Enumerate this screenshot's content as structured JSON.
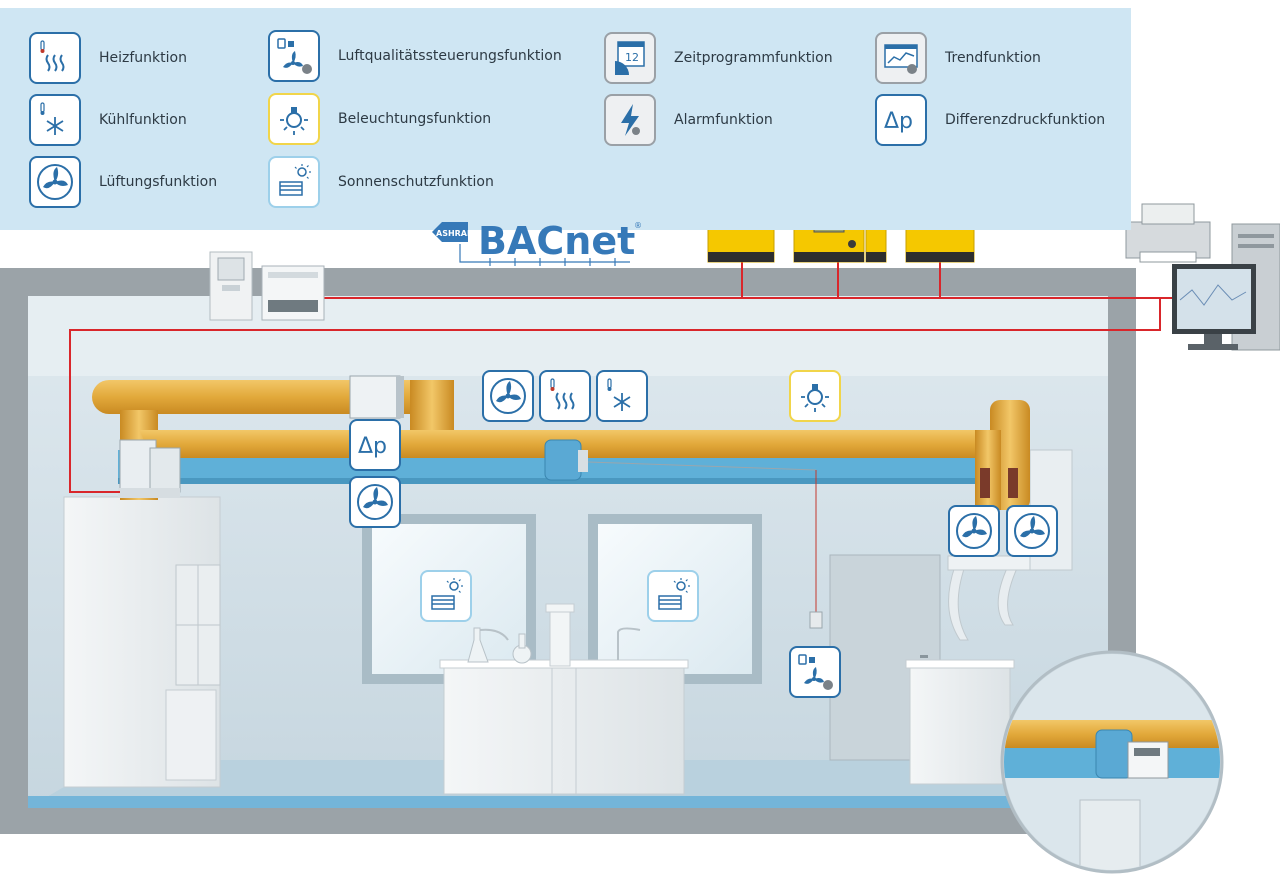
{
  "legend": {
    "heating": "Heizfunktion",
    "cooling": "Kühlfunktion",
    "ventilation": "Lüftungsfunktion",
    "air_quality": "Luftqualitätssteuerungsfunktion",
    "lighting": "Beleuchtungsfunktion",
    "sun_protection": "Sonnenschutzfunktion",
    "time_program": "Zeitprogrammfunktion",
    "alarm": "Alarmfunktion",
    "trend": "Trendfunktion",
    "differential_pressure": "Differenzdruckfunktion"
  },
  "icons": {
    "delta_p": "Δp",
    "calendar_day": "12"
  },
  "logo": {
    "ashrae": "ASHRAE",
    "bacnet": "BACnet",
    "registered": "®"
  },
  "colors": {
    "panel": "#cfe6f3",
    "icon_border": "#2b6fa8",
    "lighting_border": "#f1d54a",
    "duct": "#e2a93b",
    "network_line": "#d9262b",
    "controller": "#f5c800",
    "ceiling": "#5fb0d8"
  }
}
